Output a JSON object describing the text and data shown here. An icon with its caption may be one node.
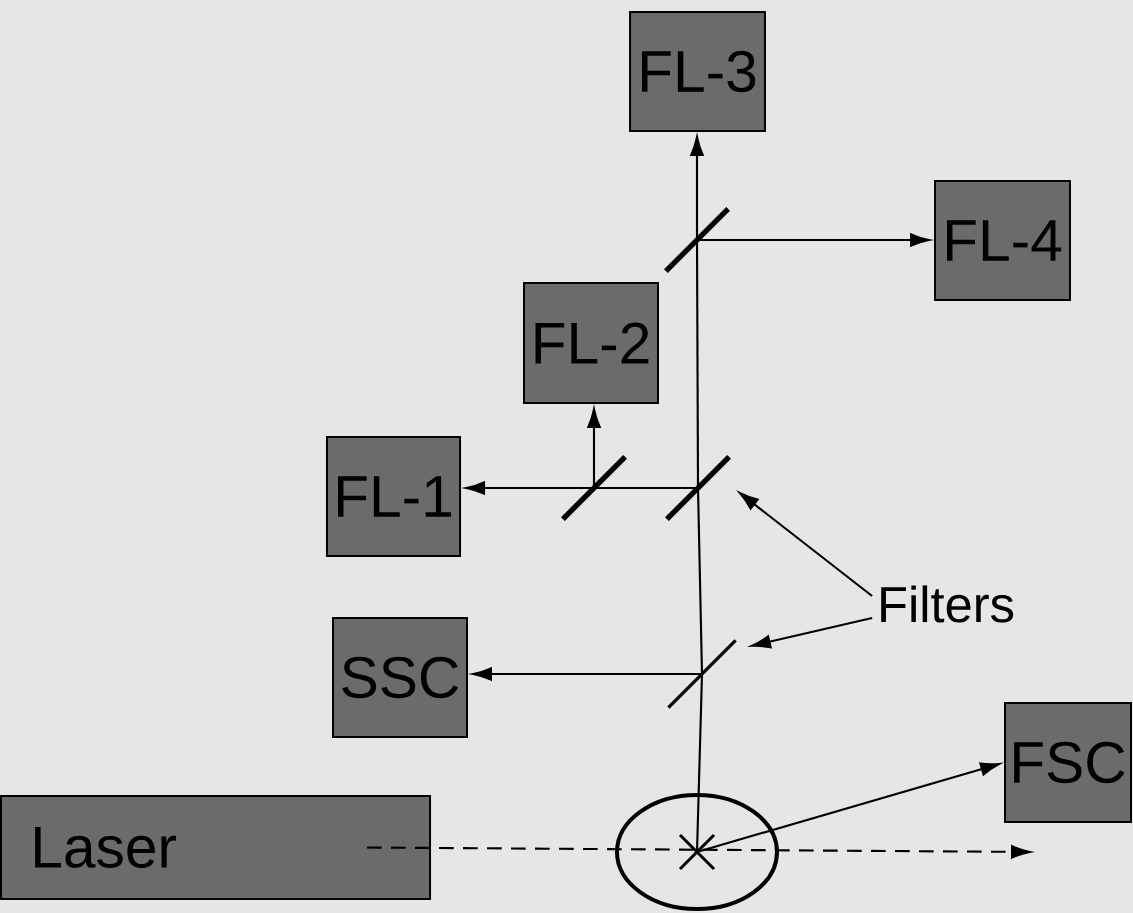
{
  "diagram": {
    "nodes": [
      {
        "text": [
          "FL-3"
        ]
      },
      {
        "text": [
          "FL-4"
        ]
      },
      {
        "text": [
          "FL-2"
        ]
      },
      {
        "text": [
          "FL-1"
        ]
      },
      {
        "text": [
          "Filters"
        ]
      },
      {
        "text": [
          "SSC"
        ]
      },
      {
        "text": [
          "FSC"
        ]
      },
      {
        "text": [
          "Laser"
        ]
      },
      {
        "text": [],
        "shape": "circle"
      },
      {
        "text": [],
        "shape": "bar"
      },
      {
        "text": [],
        "shape": "bar"
      },
      {
        "text": [],
        "shape": "bar"
      },
      {
        "text": [],
        "shape": "bar"
      }
    ],
    "edges": [
      {
        "from": 8,
        "to": 12,
        "arrow": "none"
      },
      {
        "from": 12,
        "to": 5,
        "arrow": "to"
      },
      {
        "from": 12,
        "to": 11,
        "arrow": "none"
      },
      {
        "from": 11,
        "to": 10,
        "arrow": "none"
      },
      {
        "from": 10,
        "to": 3,
        "arrow": "to"
      },
      {
        "from": 10,
        "to": 2,
        "arrow": "to"
      },
      {
        "from": 11,
        "to": 9,
        "arrow": "none"
      },
      {
        "from": 9,
        "to": 0,
        "arrow": "to"
      },
      {
        "from": 9,
        "to": 1,
        "arrow": "to"
      },
      {
        "from": 8,
        "to": 6,
        "arrow": "to"
      },
      {
        "from": 7,
        "to": null,
        "arrow": "to",
        "style": "dashed"
      },
      {
        "from": 4,
        "to": 11,
        "arrow": "to"
      },
      {
        "from": 4,
        "to": 12,
        "arrow": "to"
      }
    ]
  }
}
